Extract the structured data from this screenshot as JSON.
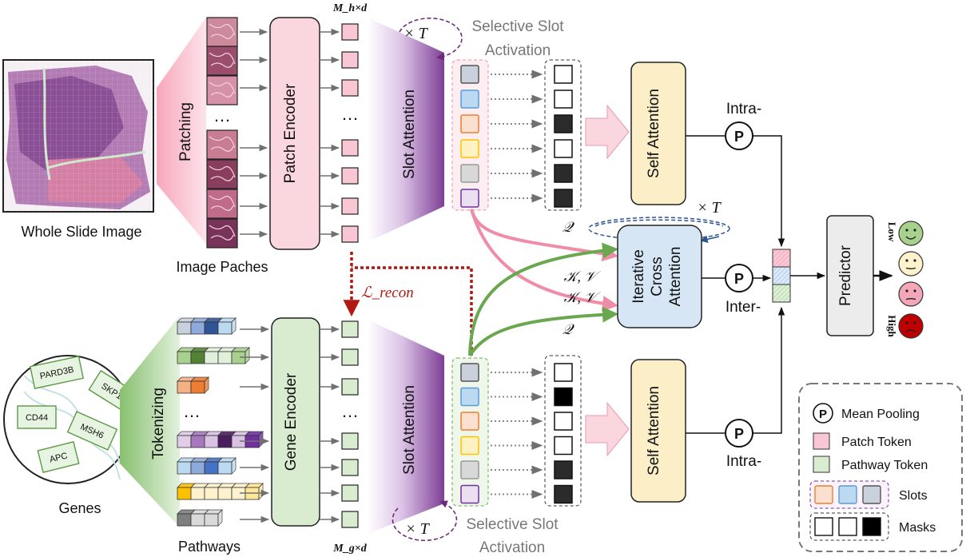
{
  "wsi": {
    "caption": "Whole Slide Image"
  },
  "genes": {
    "caption": "Genes",
    "items": [
      {
        "name": "PARD3B"
      },
      {
        "name": "SKP1"
      },
      {
        "name": "CD44"
      },
      {
        "name": "MSH6"
      },
      {
        "name": "APC"
      }
    ]
  },
  "steps": {
    "patching": "Patching",
    "tokenizing": "Tokenizing"
  },
  "captions": {
    "image_patches": "Image Paches",
    "pathways": "Pathways"
  },
  "blocks": {
    "patch_encoder": "Patch Encoder",
    "gene_encoder": "Gene Encoder",
    "slot_attention": "Slot Attention",
    "self_attention": "Self Attention",
    "cross_attention": [
      "Iterative",
      "Cross",
      "Attention"
    ],
    "predictor": "Predictor"
  },
  "labels": {
    "dims_top": "M_h×d",
    "dims_bottom": "M_g×d",
    "iter": "× T",
    "selective_slot": [
      "Selective Slot",
      "Activation"
    ],
    "recon": "ℒ_recon",
    "query": "𝒬",
    "key_value": "𝒦, 𝒱",
    "intra": "Intra-",
    "inter": "Inter-",
    "ellipsis": "…",
    "pool_symbol": "P"
  },
  "risk": {
    "low": "Low",
    "high": "High"
  },
  "legend": {
    "mean_pooling": "Mean Pooling",
    "patch_token": "Patch Token",
    "pathway_token": "Pathway Token",
    "slots": "Slots",
    "masks": "Masks"
  },
  "masks": {
    "top": [
      0,
      0,
      1,
      0,
      1,
      1
    ],
    "bottom": [
      0,
      1,
      0,
      0,
      1,
      1
    ]
  },
  "colors": {
    "patch_token": "#f9c6d3",
    "pathway_token": "#d9ecd0",
    "slot_attention_purple": "#8e4da3",
    "self_attention_yellow": "#fcefc8",
    "cross_attention_blue": "#d6e6f5",
    "arrow_pink": "#ef8ca8",
    "arrow_green": "#6aa84f",
    "recon_red": "#b01a12",
    "slot_colors": [
      "#c9d1dc",
      "#bcd9f2",
      "#fbe0cf",
      "#fff2c2",
      "#d8d8d8",
      "#ebe0f0"
    ],
    "slot_borders": [
      "#555555",
      "#5b9bd5",
      "#ed7d31",
      "#ffc000",
      "#999999",
      "#7030a0"
    ]
  }
}
